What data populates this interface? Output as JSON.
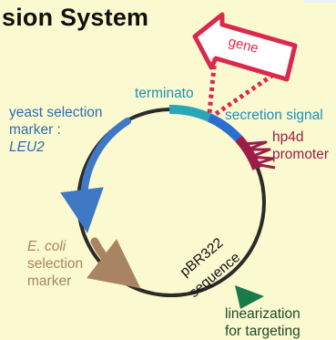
{
  "title": "sion System",
  "gene_label": "gene",
  "labels": {
    "terminator": "terminato",
    "secretion": "secretion signal",
    "promoter_line1": "hp4d",
    "promoter_line2": "promoter",
    "yeast_line1": "yeast selection",
    "yeast_line2": "marker :",
    "yeast_line3": "LEU2",
    "ecoli_line1": "E. coli",
    "ecoli_line2": "selection",
    "ecoli_line3": "marker",
    "pbr_line1": "pBR322",
    "pbr_line2": "sequence",
    "lin_line1": "linearization",
    "lin_line2": "for targeting"
  },
  "colors": {
    "background": "#fbf9cf",
    "plasmid": "#2b2b2b",
    "terminator": "#29a7b8",
    "secretion": "#2a6fd0",
    "promoter": "#9a1d4a",
    "gene_arrow": "#d92a4e",
    "yeast_marker": "#3f78c4",
    "ecoli_marker": "#a88462",
    "linearization": "#1a7a4a"
  },
  "icons": {
    "gene": "outlined-arrow-left",
    "promoter": "zigzag-promoter",
    "linearization": "triangle-marker"
  }
}
